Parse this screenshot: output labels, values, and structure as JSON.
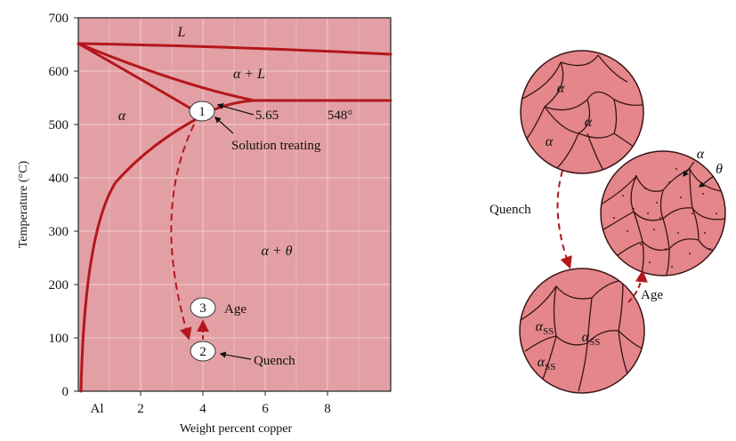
{
  "colors": {
    "panel": "#e3a0a4",
    "grid": "#f2cbcd",
    "curve": "#b3171c",
    "grain_fill": "#e4868a",
    "grain_line": "#3a1416",
    "background": "#ffffff"
  },
  "diagram": {
    "y_axis_label": "Temperature (°C)",
    "x_axis_label": "Weight percent copper",
    "y_ticks": [
      "0",
      "100",
      "200",
      "300",
      "400",
      "500",
      "600",
      "700"
    ],
    "x_ticks": [
      "Al",
      "2",
      "4",
      "6",
      "8"
    ],
    "phase_labels": {
      "liquid": "L",
      "alpha_liquid": "α + L",
      "alpha": "α",
      "alpha_theta": "α + θ"
    },
    "eutectic_composition": "5.65",
    "eutectic_temperature": "548°",
    "steps": [
      {
        "number": "1",
        "label": "Solution treating"
      },
      {
        "number": "2",
        "label": "Quench"
      },
      {
        "number": "3",
        "label": "Age"
      }
    ]
  },
  "microstructures": {
    "top_grains": [
      "α",
      "α",
      "α"
    ],
    "right_labels": {
      "alpha": "α",
      "theta": "θ"
    },
    "bottom_grains": [
      "α",
      "α",
      "α"
    ],
    "bottom_subscript": "SS",
    "quench_label": "Quench",
    "age_label": "Age"
  }
}
